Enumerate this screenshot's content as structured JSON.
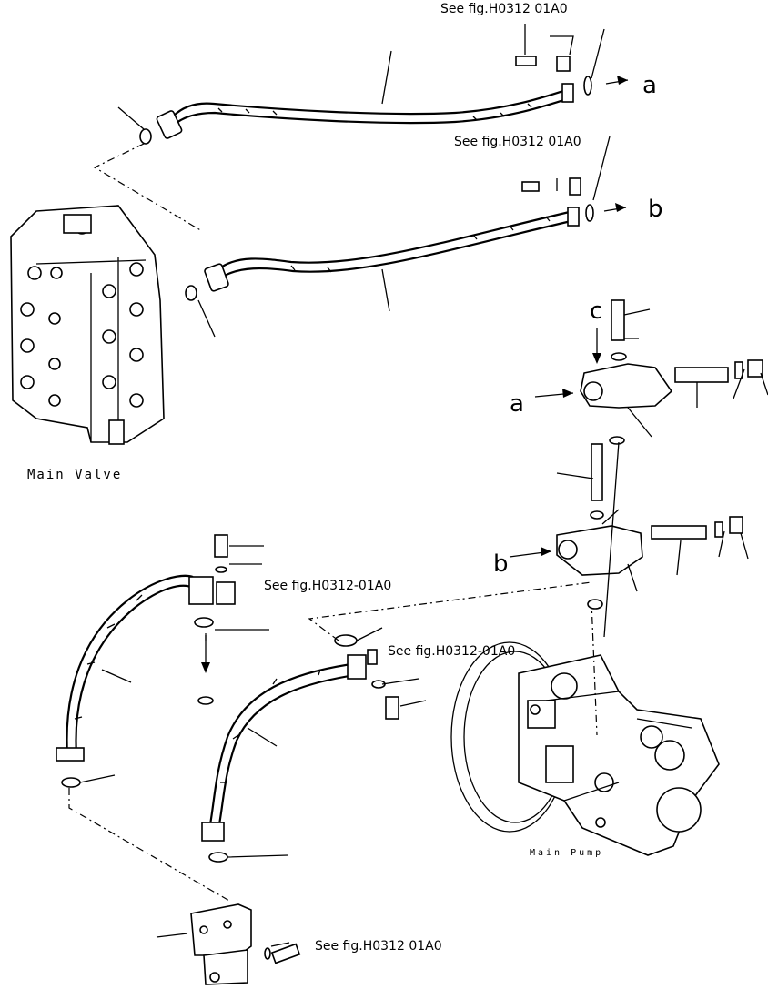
{
  "references": {
    "ref_top_1": "See fig.H0312 01A0",
    "ref_top_2": "See fig.H0312 01A0",
    "ref_mid_1": "See fig.H0312-01A0",
    "ref_mid_2": "See fig.H0312-01A0",
    "ref_bottom": "See fig.H0312 01A0"
  },
  "components": {
    "main_valve": "Main Valve",
    "main_pump": "Main Pump"
  },
  "connection_letters": {
    "a_right": "a",
    "b_right": "b",
    "c_top": "c",
    "a_left": "a",
    "b_left": "b"
  }
}
